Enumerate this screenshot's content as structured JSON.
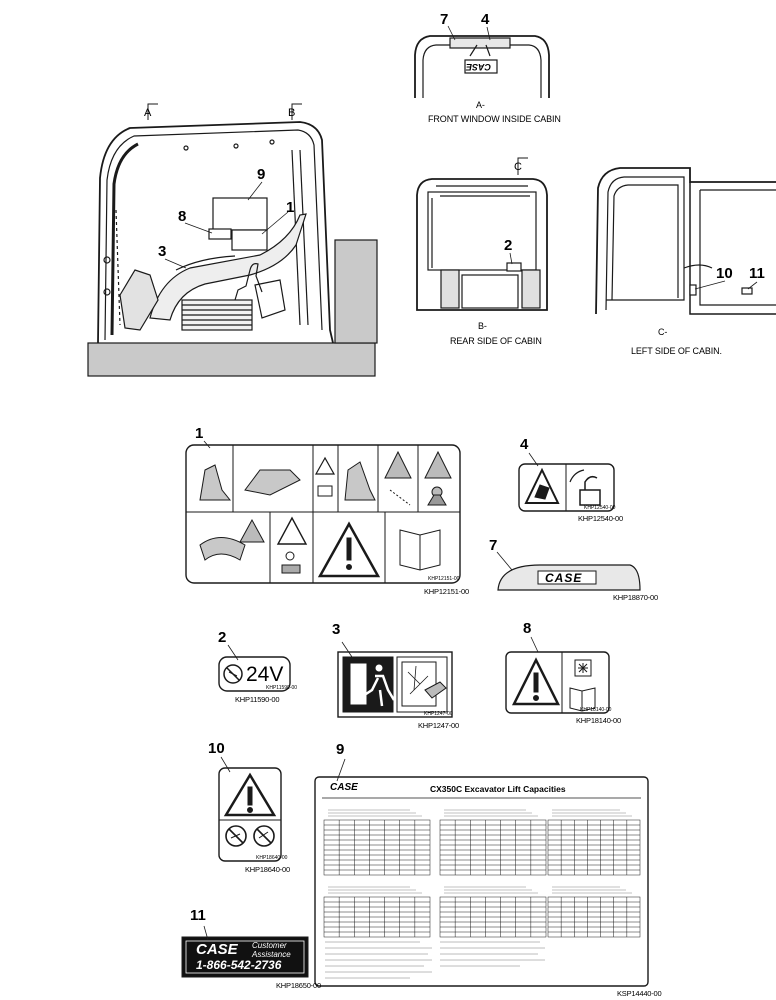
{
  "views": {
    "view_a": {
      "marker": "A",
      "caption": "A-",
      "description": "FRONT WINDOW INSIDE CABIN"
    },
    "view_b": {
      "marker": "B",
      "caption": "B-",
      "description": "REAR SIDE OF CABIN"
    },
    "view_c": {
      "marker": "C",
      "caption": "C-",
      "description": "LEFT SIDE OF CABIN."
    }
  },
  "callouts": {
    "c1": "1",
    "c2": "2",
    "c3": "3",
    "c4": "4",
    "c5": "7",
    "c6": "8",
    "c7": "9",
    "c8": "10",
    "c9": "11"
  },
  "decals": {
    "d1": {
      "callout": "1",
      "part_number": "KHP12151-00",
      "small_code": "KHP12151-00"
    },
    "d4": {
      "callout": "4",
      "part_number": "KHP12540-00",
      "small_code": "KHP12540-00"
    },
    "d7": {
      "callout": "7",
      "part_number": "KHP18870-00",
      "brand": "CASE"
    },
    "d2": {
      "callout": "2",
      "part_number": "KHP11590-00",
      "voltage": "24V",
      "small_code": "KHP11590-00"
    },
    "d3": {
      "callout": "3",
      "part_number": "KHP1247-00",
      "small_code": "KHP1247-00"
    },
    "d8": {
      "callout": "8",
      "part_number": "KHP18140-00",
      "small_code": "KHP18140-00"
    },
    "d10": {
      "callout": "10",
      "part_number": "KHP18640-00",
      "small_code": "KHP18640-00"
    },
    "d9": {
      "callout": "9",
      "part_number": "KSP14440-00",
      "brand": "CASE",
      "title": "CX350C Excavator Lift Capacities"
    },
    "d11": {
      "callout": "11",
      "part_number": "KHP18650-00",
      "brand": "CASE",
      "line1": "Customer",
      "line2": "Assistance",
      "phone": "1-866-542-2736"
    }
  },
  "colors": {
    "line": "#1a1a1a",
    "fill_gray": "#9a9a9a",
    "light_gray": "#d8d8d8",
    "dark": "#111111"
  }
}
